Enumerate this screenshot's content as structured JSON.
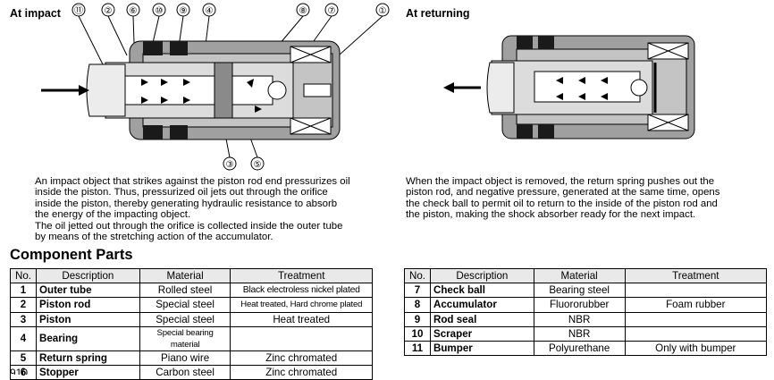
{
  "left_panel": {
    "title": "At impact",
    "callouts_top": [
      "⑪",
      "②",
      "⑥",
      "⑩",
      "⑨",
      "④",
      "⑧",
      "⑦",
      "①"
    ],
    "callouts_bottom": [
      "③",
      "⑤"
    ],
    "description": [
      "An impact object that strikes against the piston rod end pressurizes oil",
      "inside the piston. Thus, pressurized oil jets out through the orifice",
      "inside the piston, thereby generating hydraulic resistance to absorb",
      "the energy of the impacting object.",
      "The oil jetted out through the orifice is collected inside the outer tube",
      "by means of the stretching action of the accumulator."
    ]
  },
  "right_panel": {
    "title": "At returning",
    "description": [
      "When the impact object is removed, the return spring pushes out the",
      "piston rod, and negative pressure, generated at the same time, opens",
      "the check ball to permit oil to return to the inside of the piston rod and",
      "the piston, making the shock absorber ready for the next impact."
    ]
  },
  "component_parts": {
    "title": "Component Parts",
    "headers": [
      "No.",
      "Description",
      "Material",
      "Treatment"
    ],
    "left_rows": [
      {
        "no": "1",
        "description": "Outer tube",
        "material": "Rolled steel",
        "treatment": "Black electroless nickel plated"
      },
      {
        "no": "2",
        "description": "Piston rod",
        "material": "Special steel",
        "treatment": "Heat treated, Hard chrome plated"
      },
      {
        "no": "3",
        "description": "Piston",
        "material": "Special steel",
        "treatment": "Heat treated"
      },
      {
        "no": "4",
        "description": "Bearing",
        "material": "Special bearing material",
        "treatment": ""
      },
      {
        "no": "5",
        "description": "Return spring",
        "material": "Piano wire",
        "treatment": "Zinc chromated"
      },
      {
        "no": "6",
        "description": "Stopper",
        "material": "Carbon steel",
        "treatment": "Zinc chromated"
      }
    ],
    "right_rows": [
      {
        "no": "7",
        "description": "Check ball",
        "material": "Bearing steel",
        "treatment": ""
      },
      {
        "no": "8",
        "description": "Accumulator",
        "material": "Fluororubber",
        "treatment": "Foam rubber"
      },
      {
        "no": "9",
        "description": "Rod seal",
        "material": "NBR",
        "treatment": ""
      },
      {
        "no": "10",
        "description": "Scraper",
        "material": "NBR",
        "treatment": ""
      },
      {
        "no": "11",
        "description": "Bumper",
        "material": "Polyurethane",
        "treatment": "Only with bumper"
      }
    ]
  },
  "page_number": "910",
  "colors": {
    "housing": "#9e9e9e",
    "piston": "#d6d6d6",
    "oil": "#ffffff",
    "seal": "#1a1a1a",
    "header_bg": "#e9e9e9"
  }
}
